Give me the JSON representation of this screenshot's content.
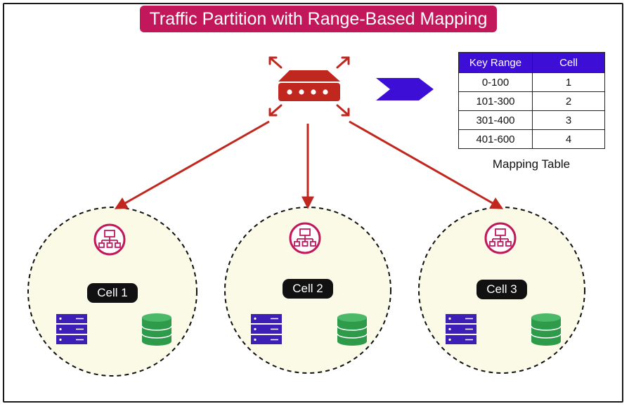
{
  "title": "Traffic Partition with Range-Based Mapping",
  "mapping_table": {
    "headers": [
      "Key Range",
      "Cell"
    ],
    "rows": [
      [
        "0-100",
        "1"
      ],
      [
        "101-300",
        "2"
      ],
      [
        "301-400",
        "3"
      ],
      [
        "401-600",
        "4"
      ]
    ],
    "caption": "Mapping Table"
  },
  "cells": [
    {
      "label": "Cell 1"
    },
    {
      "label": "Cell 2"
    },
    {
      "label": "Cell 3"
    }
  ],
  "icons": {
    "router": "router-icon",
    "forward": "forward-arrow-icon",
    "load_balancer": "load-balancer-icon",
    "servers": "server-rack-icon",
    "database": "database-icon"
  },
  "colors": {
    "title_bg": "#c2185b",
    "router": "#c0271f",
    "arrows": "#c0271f",
    "forward_arrow": "#3d0fd6",
    "table_header": "#3d0fd6",
    "cell_fill": "#fafae6",
    "load_balancer": "#c2185b",
    "servers": "#3d1fb8",
    "database": "#2e9b4a",
    "label_bg": "#111111"
  }
}
